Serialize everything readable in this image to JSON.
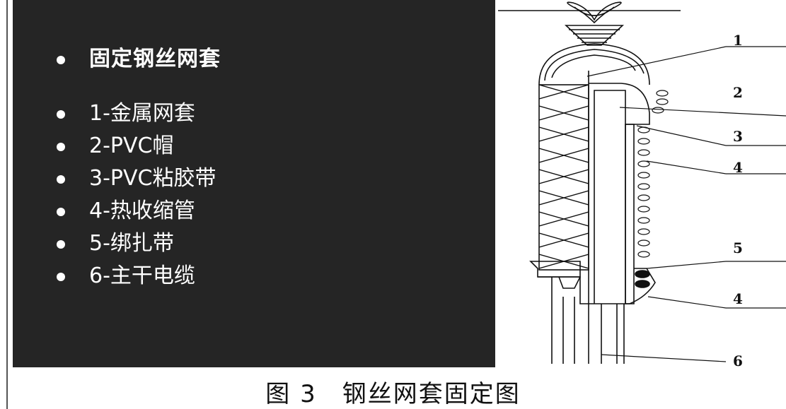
{
  "heading": "固定钢丝网套",
  "items": [
    "1-金属网套",
    "2-PVC帽",
    "3-PVC粘胶带",
    "4-热收缩管",
    "5-绑扎带",
    "6-主干电缆"
  ],
  "diagram_labels": [
    "1",
    "2",
    "3",
    "4",
    "5",
    "4",
    "6"
  ],
  "caption": "图 3　钢丝网套固定图",
  "colors": {
    "panel": "#252525",
    "text": "#ffffff",
    "line": "#111111"
  }
}
